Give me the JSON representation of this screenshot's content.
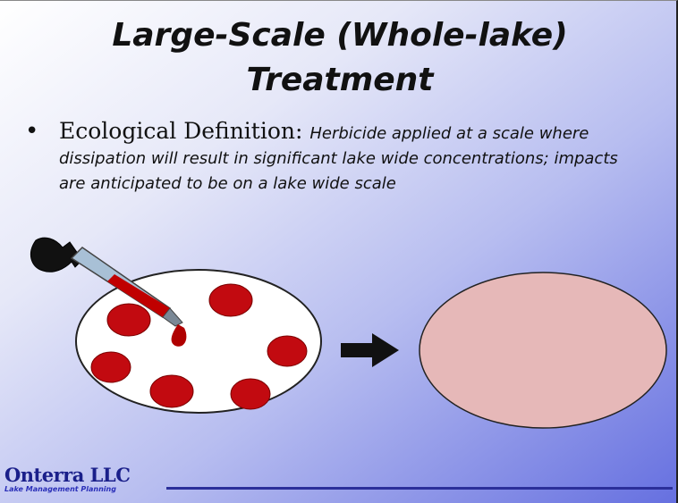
{
  "slide": {
    "title": "Large-Scale (Whole-lake) Treatment",
    "bullet": {
      "heading": "Ecological Definition: ",
      "body": "Herbicide applied at a scale where dissipation will result in significant lake wide concentrations; impacts are anticipated to be on a lake wide scale"
    }
  },
  "logo": {
    "name": "Onterra LLC",
    "tagline": "Lake Management Planning"
  },
  "icons": [
    "dropper-icon",
    "arrow-right-icon"
  ],
  "colors": {
    "herbicide_spot": "#c20a10",
    "lake_before": "#ffffff",
    "lake_after": "#e6b8b8",
    "footer_line": "#2b2f9a"
  }
}
